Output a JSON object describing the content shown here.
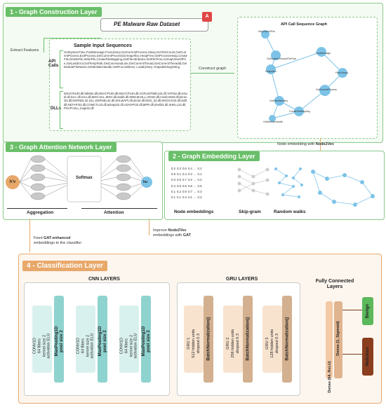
{
  "layer1": {
    "title": "1 - Graph Construction Layer",
    "dataset": "PE Malware Raw Dataset",
    "extract": "Extract Features",
    "sample_title": "Sample Input Sequences",
    "api_label": "API\nCalls",
    "api_text": "GetSystemTime,PostMessage,FreeLibrary,GetCurrentProcess,Sleep,GetTickCount,GetCurrentProcess,ExitProcess,GetCurrentProcessId,HeapAlloc,HeapFree,GetProcessHeap,CreateFile,DeleteFile,WriteFile,CreateFileMapping,GetFileAttributes,SetFileTime,UnmapViewOfFile,GetLastError,GetTempPath,GetCommandLine,GetCurrentThread,GetCurrentThreadId,GetModuleFileName,GetModuleHandle,GetProcAddress, LoadLibrary, OutputDebugString",
    "dll_label": "DLLs",
    "dll_text": "MSVCR100.dll,IMM32.dll,MSVCP100.dll,MSVCP140.dll,VCRUNTIME140.dll,TAPI32.dll,iertutil.dll,SLC.dll,mso.dll,MSO.DLL,MSO.dll,wwlib.dll,WWLIB.DLL,GDI32.dll,msvbvm60.dll,kernel32.dll,KERNEL32.DLL,KERNEL32.dll,SHLWAPI.dll,ole32.dll,WS2_32.dll,WSOCK32.dll,ntdll.dll,NETAPI32.dll,COMCTL32.dll,advapi32.dll,ADVAPI32.dll,MPR.dll,shell32.dll,SHELL32.dll,PSAPI.DLL,mapi32.dll",
    "construct": "Construct graph",
    "graph_title": "API Call Sequence Graph",
    "graph_nodes": [
      "MapViewOfFile",
      "GetSystemTimeAsFileTime",
      "HeapAlloc",
      "PostMessage",
      "FreeLibrary",
      "GetCurrentProcess",
      "GetFileAttributes",
      "GetModuleHandle",
      "CreateFileMapping"
    ],
    "node2vec": "Node embedding with ",
    "node2vec_bold": "Node2Vec"
  },
  "layer3": {
    "title": "3 - Graph Attention Network Layer",
    "softmax": "Softmax",
    "aggregation": "Aggregation",
    "attention": "Attention",
    "hv": "h'v",
    "hu": "hu",
    "feed1": "Feed ",
    "feed_bold": "GAT-enhanced",
    "feed2": "embeddings to the classifier"
  },
  "layer2": {
    "title": "2 - Graph Embedding Layer",
    "node_emb": "Node embeddings",
    "skipgram": "Skip-gram",
    "random": "Random walks",
    "improve1": "Improve ",
    "improve_bold": "Node2Vec",
    "improve2": "embeddings with ",
    "improve_bold2": "GAT",
    "matrix": [
      [
        "0.2",
        "0.3",
        "0.6",
        "0.4",
        "...",
        "0.2"
      ],
      [
        "0.8",
        "0.1",
        "0.4",
        "0.3",
        "...",
        "0.1"
      ],
      [
        "0.3",
        "0.6",
        "0.7",
        "0.2",
        "...",
        "0.4"
      ],
      [
        "0.4",
        "0.5",
        "0.6",
        "0.8",
        "...",
        "0.6"
      ],
      [
        "0.1",
        "0.2",
        "0.9",
        "0.7",
        "...",
        "0.3"
      ],
      [
        "0.1",
        "0.1",
        "0.3",
        "0.1",
        "...",
        "0.3"
      ]
    ]
  },
  "layer4": {
    "title": "4 - Classification Layer",
    "cnn_title": "CNN LAYERS",
    "gru_title": "GRU LAYERS",
    "fc_title": "Fully Connected Layers",
    "cnn_blocks": [
      {
        "type": "conv",
        "text": "CONV1D\n64 filters\nkernel size 2\nactivation ELU"
      },
      {
        "type": "pool",
        "text": "MaxPooling1D\npool size 2"
      },
      {
        "type": "conv",
        "text": "CONV1D\n64 filters\nkernel size 2\nactivation ELU"
      },
      {
        "type": "pool",
        "text": "MaxPooling1D\npool size 2"
      },
      {
        "type": "conv",
        "text": "CONV1D\n64 filters\nkernel size 2\nactivation ELU"
      },
      {
        "type": "pool",
        "text": "MaxPooling1D\npool size 2"
      }
    ],
    "gru_blocks": [
      {
        "type": "gru",
        "text": "GRU 1\n512 hidden units\ndropout 0.3"
      },
      {
        "type": "bn",
        "text": "BatchNormalization()"
      },
      {
        "type": "gru",
        "text": "GRU 2\n256 hidden units\ndropout 0.3"
      },
      {
        "type": "bn",
        "text": "BatchNormalization()"
      },
      {
        "type": "gru",
        "text": "GRU 3\n128 hidden units\ndropout 0.3"
      },
      {
        "type": "bn",
        "text": "BatchNormalization()"
      }
    ],
    "dense1": "Dense (64, ReLU)",
    "dense2": "Dense (1, Sigmoid)",
    "benign": "Benign",
    "malicious": "Malicious"
  },
  "colors": {
    "green": "#6abf69",
    "orange": "#e8a86a",
    "teal": "#8fd3cf",
    "pink": "#e79bc7",
    "beige": "#f3c9a6",
    "node": "#7dc3e8"
  }
}
